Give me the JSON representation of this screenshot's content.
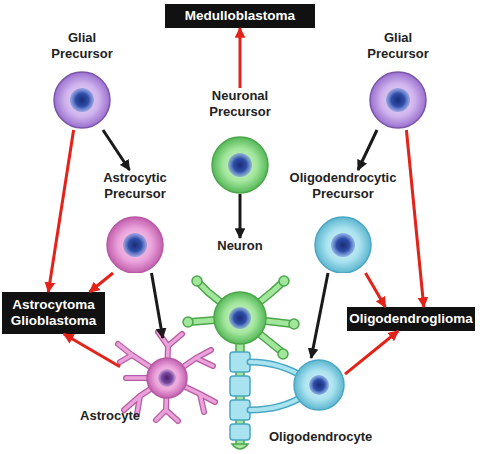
{
  "diagram": {
    "nodes": [
      {
        "text": [
          "Medulloblastoma"
        ]
      },
      {
        "text": [
          "Glial Precursor"
        ]
      },
      {
        "text": [
          "Neuronal Precursor"
        ]
      },
      {
        "text": [
          "Glial Precursor"
        ]
      },
      {
        "text": [
          "Astrocytic Precursor"
        ]
      },
      {
        "text": [
          "Oligodendrocytic Precursor"
        ]
      },
      {
        "text": [
          "Neuron"
        ]
      },
      {
        "text": [
          "Astrocytoma Glioblastoma"
        ]
      },
      {
        "text": [
          "Oligodendroglioma"
        ]
      },
      {
        "text": [
          "Astrocyte"
        ]
      },
      {
        "text": [
          "Oligodendrocyte"
        ]
      }
    ],
    "edges": [
      {
        "from": 2,
        "to": 0,
        "arrow": "to"
      },
      {
        "from": 1,
        "to": 7,
        "arrow": "to"
      },
      {
        "from": 1,
        "to": 4,
        "arrow": "to"
      },
      {
        "from": 2,
        "to": 6,
        "arrow": "to"
      },
      {
        "from": 3,
        "to": 8,
        "arrow": "to"
      },
      {
        "from": 3,
        "to": 5,
        "arrow": "to"
      },
      {
        "from": 4,
        "to": 7,
        "arrow": "to"
      },
      {
        "from": 4,
        "to": 9,
        "arrow": "to"
      },
      {
        "from": 5,
        "to": 8,
        "arrow": "to"
      },
      {
        "from": 5,
        "to": 10,
        "arrow": "to"
      },
      {
        "from": 9,
        "to": 7,
        "arrow": "to"
      },
      {
        "from": 10,
        "to": 8,
        "arrow": "to"
      }
    ]
  }
}
